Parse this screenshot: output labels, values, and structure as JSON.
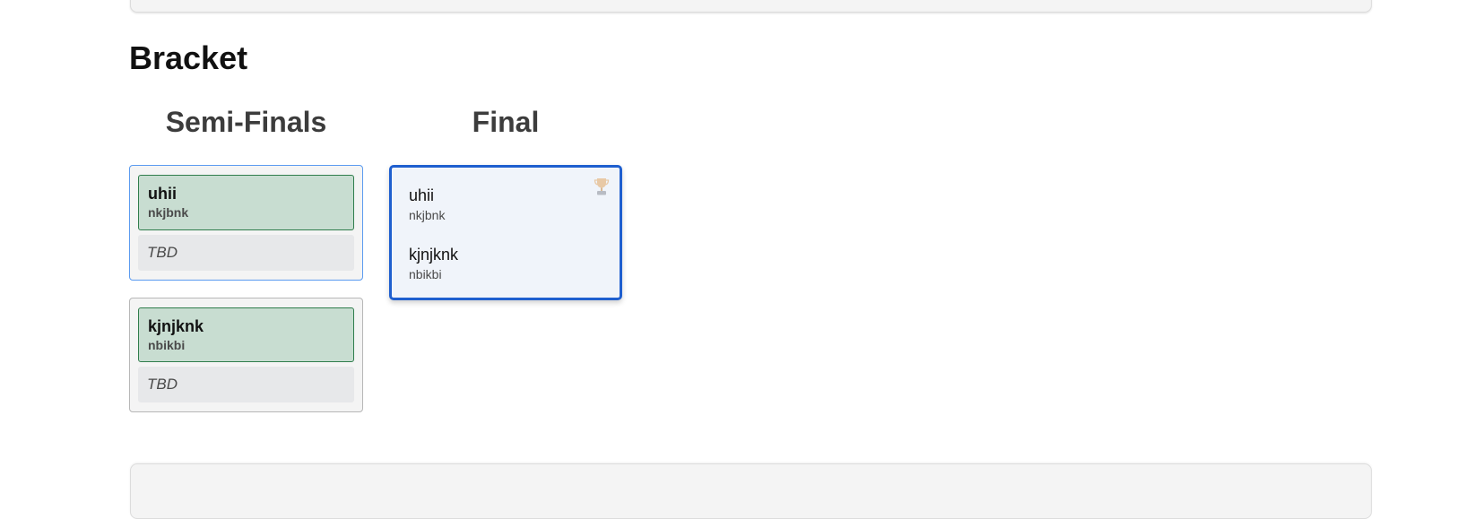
{
  "section_title": "Bracket",
  "rounds": [
    {
      "label": "Semi-Finals"
    },
    {
      "label": "Final"
    }
  ],
  "semifinals": [
    {
      "winner": {
        "player": "uhii",
        "team": "nkjbnk"
      },
      "opponent": {
        "label": "TBD"
      }
    },
    {
      "winner": {
        "player": "kjnjknk",
        "team": "nbikbi"
      },
      "opponent": {
        "label": "TBD"
      }
    }
  ],
  "final": {
    "entries": [
      {
        "player": "uhii",
        "team": "nkjbnk"
      },
      {
        "player": "kjnjknk",
        "team": "nbikbi"
      }
    ],
    "icon": "trophy-icon"
  },
  "colors": {
    "winner_bg": "#c8ddd1",
    "winner_border": "#2f7d4c",
    "active_border": "#1f5fcf",
    "tbd_bg": "#e7e8ea"
  }
}
